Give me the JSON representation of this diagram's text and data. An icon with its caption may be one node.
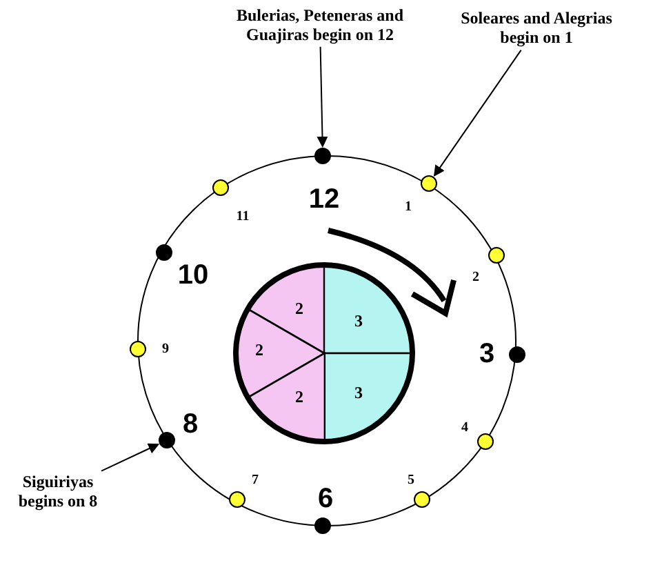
{
  "diagram": {
    "nodes": [
      {
        "text": [
          "Bulerias, Peteneras and Guajiras begin on 12"
        ]
      },
      {
        "text": [
          "Soleares and Alegrias begin on 1"
        ]
      },
      {
        "text": [],
        "shape": "circle"
      },
      {
        "text": [],
        "shape": "circle"
      },
      {
        "text": [],
        "shape": "circle"
      },
      {
        "text": [],
        "shape": "circle"
      },
      {
        "text": [],
        "shape": "circle"
      },
      {
        "text": [],
        "shape": "circle"
      },
      {
        "text": [],
        "shape": "circle"
      },
      {
        "text": [],
        "shape": "circle"
      },
      {
        "text": [],
        "shape": "circle"
      },
      {
        "text": [],
        "shape": "circle"
      },
      {
        "text": [],
        "shape": "circle"
      },
      {
        "text": [],
        "shape": "circle"
      },
      {
        "text": [
          "Siguiriyas begins on 8"
        ]
      },
      {
        "text": [
          "2"
        ]
      },
      {
        "text": [
          "3"
        ]
      },
      {
        "text": [
          "2"
        ]
      },
      {
        "text": [
          "3"
        ]
      },
      {
        "text": [
          "2"
        ]
      }
    ],
    "edges": [
      {
        "from": 0,
        "to": 2,
        "arrow": "to"
      },
      {
        "from": 1,
        "to": 3,
        "arrow": "to"
      },
      {
        "from": 14,
        "to": 10,
        "arrow": "to"
      }
    ],
    "labels": [
      "12",
      "1",
      "11",
      "2",
      "10",
      "9",
      "3",
      "8",
      "4",
      "7",
      "5",
      "6"
    ]
  }
}
